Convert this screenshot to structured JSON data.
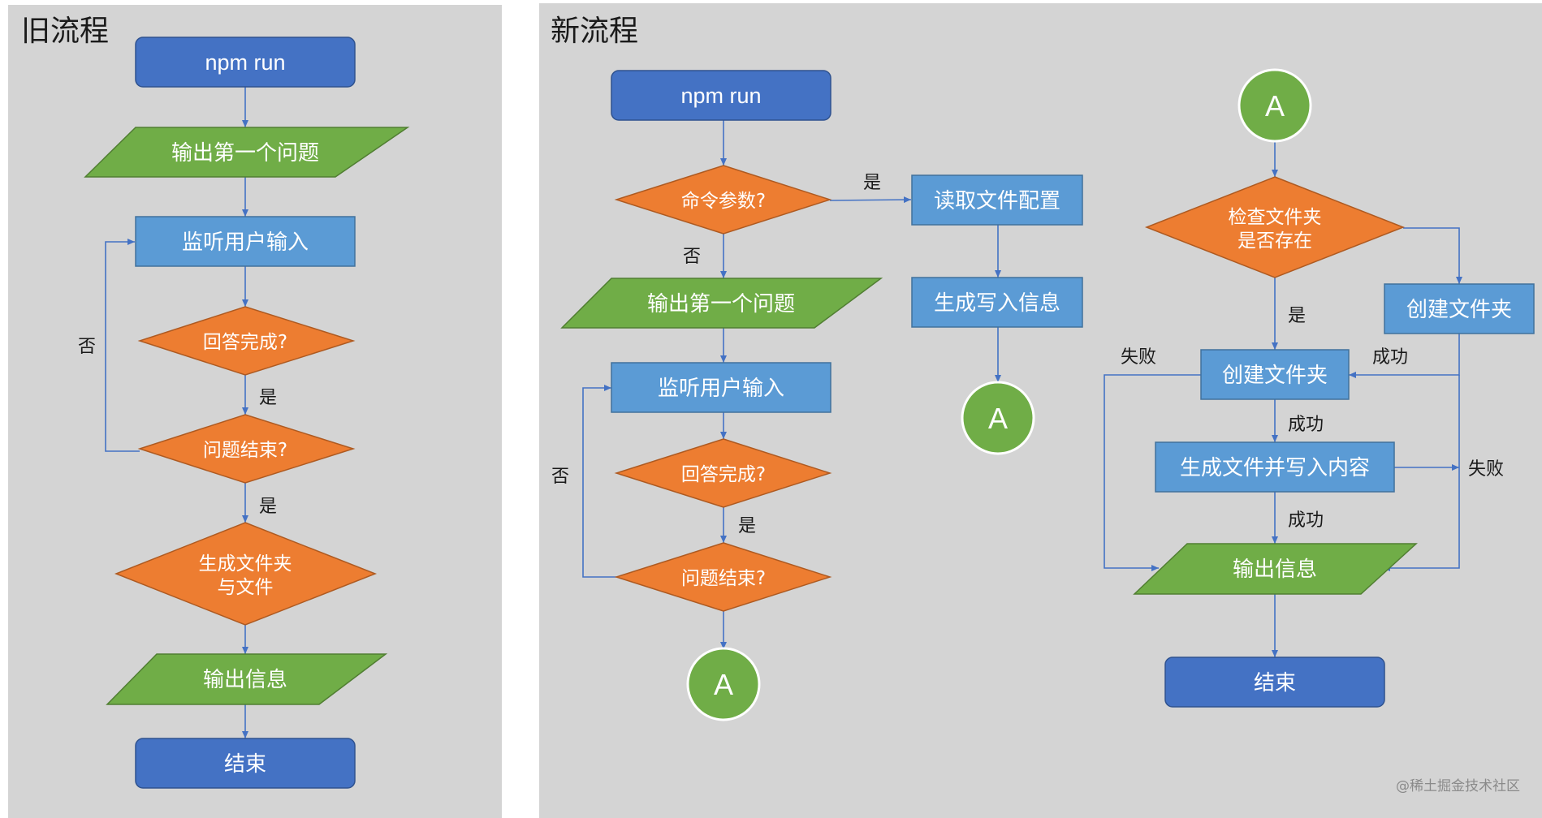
{
  "old_flow": {
    "title": "旧流程",
    "nodes": {
      "npm_run": "npm run",
      "output_first_question": "输出第一个问题",
      "listen_input": "监听用户输入",
      "answer_done": "回答完成?",
      "question_end": "问题结束?",
      "gen_folder_line1": "生成文件夹",
      "gen_folder_line2": "与文件",
      "output_info": "输出信息",
      "end": "结束"
    },
    "edges": {
      "no": "否",
      "yes1": "是",
      "yes2": "是"
    }
  },
  "new_flow": {
    "title": "新流程",
    "nodes": {
      "npm_run": "npm run",
      "cmd_params": "命令参数?",
      "read_config": "读取文件配置",
      "gen_write_info": "生成写入信息",
      "connector_a1": "A",
      "output_first_question": "输出第一个问题",
      "listen_input": "监听用户输入",
      "answer_done": "回答完成?",
      "question_end": "问题结束?",
      "connector_a2": "A",
      "connector_a3": "A",
      "check_folder_line1": "检查文件夹",
      "check_folder_line2": "是否存在",
      "create_folder_right": "创建文件夹",
      "create_folder_mid": "创建文件夹",
      "gen_file_write": "生成文件并写入内容",
      "output_info": "输出信息",
      "end": "结束"
    },
    "edges": {
      "yes_cmd": "是",
      "no_cmd": "否",
      "no_loop": "否",
      "yes_answer": "是",
      "yes_exists": "是",
      "fail_left": "失败",
      "success_right": "成功",
      "success_mid1": "成功",
      "fail_right": "失败",
      "success_mid2": "成功"
    }
  },
  "watermark": "@稀土掘金技术社区"
}
